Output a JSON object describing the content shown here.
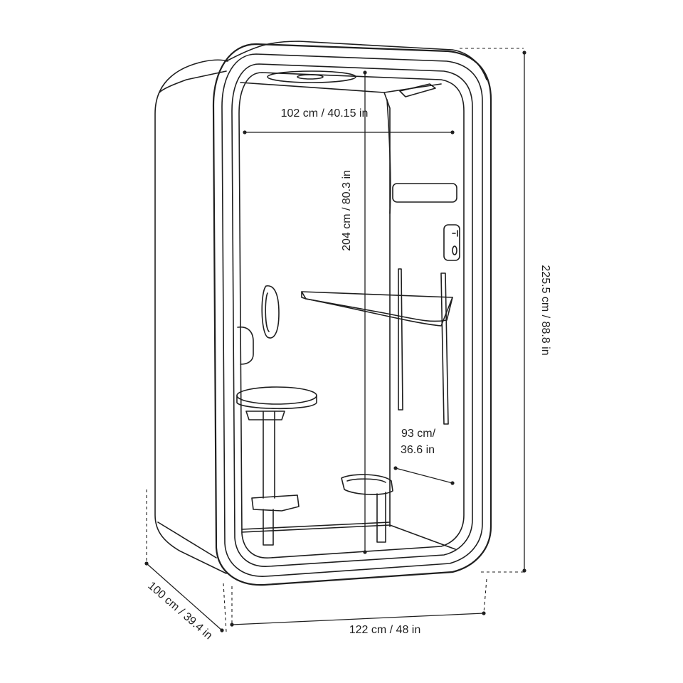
{
  "dimensions": {
    "inner_width": "102 cm / 40.15 in",
    "inner_height": "204 cm / 80.3 in",
    "outer_height": "225.5 cm / 88.8 in",
    "desk_line1": "93  cm/",
    "desk_line2": "36.6 in",
    "depth": "100 cm / 39.4 in",
    "outer_width": "122 cm / 48 in"
  },
  "colors": {
    "line": "#1f1f1f",
    "background": "#ffffff"
  }
}
